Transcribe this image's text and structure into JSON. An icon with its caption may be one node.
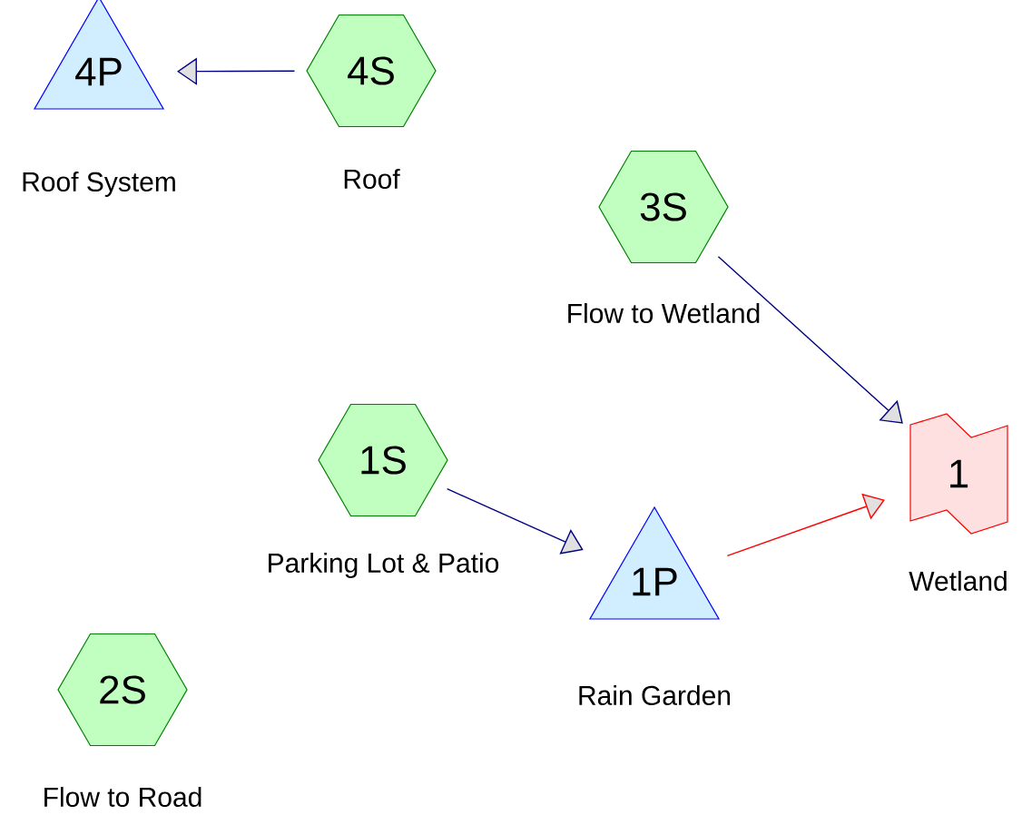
{
  "diagram": {
    "nodes": [
      {
        "text": [
          "4P"
        ],
        "beside": [
          "Roof System"
        ]
      },
      {
        "text": [
          "4S"
        ],
        "beside": [
          "Roof"
        ]
      },
      {
        "text": [
          "3S"
        ],
        "beside": [
          "Flow to Wetland"
        ]
      },
      {
        "text": [
          "1S"
        ],
        "beside": [
          "Parking Lot & Patio"
        ]
      },
      {
        "text": [
          "1"
        ],
        "beside": [
          "Wetland"
        ]
      },
      {
        "text": [
          "1P"
        ],
        "beside": [
          "Rain Garden"
        ]
      },
      {
        "text": [
          "2S"
        ],
        "beside": [
          "Flow to Road"
        ]
      }
    ],
    "edges": [
      {
        "from": 1,
        "to": 0,
        "arrow": "to"
      },
      {
        "from": 2,
        "to": 4,
        "arrow": "to"
      },
      {
        "from": 3,
        "to": 5,
        "arrow": "to"
      },
      {
        "from": 5,
        "to": 4,
        "arrow": "to",
        "color": "#ff0000"
      }
    ]
  }
}
